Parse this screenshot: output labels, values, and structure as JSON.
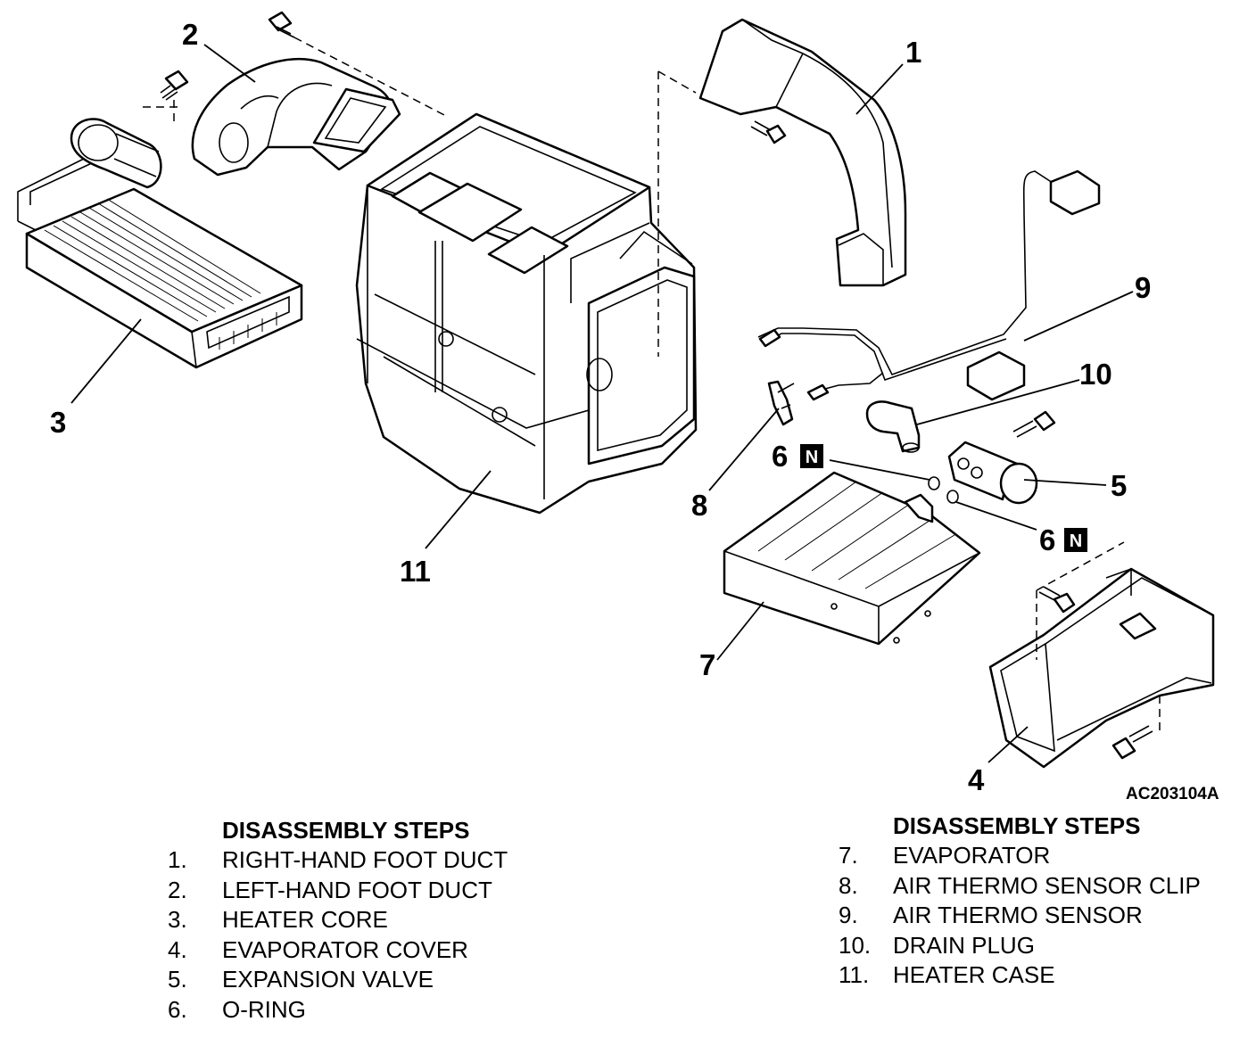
{
  "callouts": {
    "c1": "1",
    "c2": "2",
    "c3": "3",
    "c4": "4",
    "c5": "5",
    "c6a": "6",
    "c6b": "6",
    "c7": "7",
    "c8": "8",
    "c9": "9",
    "c10": "10",
    "c11": "11"
  },
  "badge_text": "N",
  "figure_id": "AC203104A",
  "steps_left": {
    "heading": "DISASSEMBLY STEPS",
    "items": [
      {
        "num": "1.",
        "label": "RIGHT-HAND FOOT DUCT"
      },
      {
        "num": "2.",
        "label": "LEFT-HAND FOOT DUCT"
      },
      {
        "num": "3.",
        "label": "HEATER CORE"
      },
      {
        "num": "4.",
        "label": "EVAPORATOR COVER"
      },
      {
        "num": "5.",
        "label": "EXPANSION VALVE"
      },
      {
        "num": "6.",
        "label": "O-RING"
      }
    ]
  },
  "steps_right": {
    "heading": "DISASSEMBLY STEPS",
    "items": [
      {
        "num": "7.",
        "label": "EVAPORATOR"
      },
      {
        "num": "8.",
        "label": "AIR THERMO SENSOR CLIP"
      },
      {
        "num": "9.",
        "label": "AIR THERMO SENSOR"
      },
      {
        "num": "10.",
        "label": "DRAIN PLUG"
      },
      {
        "num": "11.",
        "label": "HEATER CASE"
      }
    ]
  },
  "icons": {
    "screw": "screw-icon",
    "new_part": "new-part-badge-icon"
  }
}
